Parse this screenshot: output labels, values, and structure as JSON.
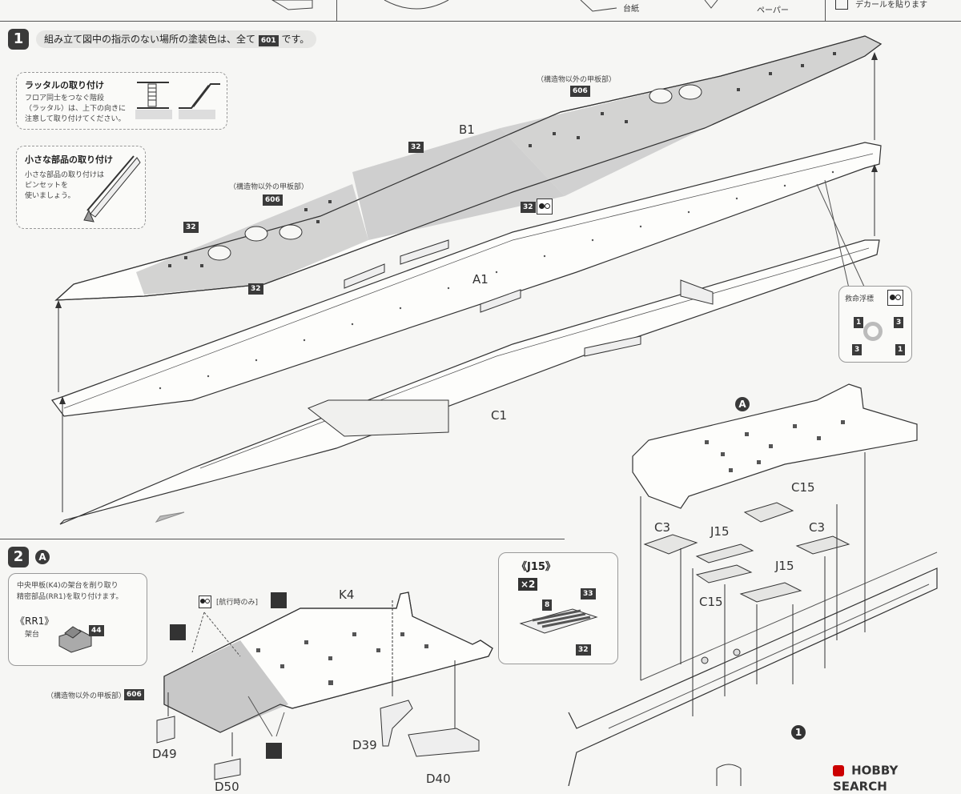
{
  "top_strip": {
    "label_daishi": "台紙",
    "label_paper": "ペーパー",
    "label_decal": "デカールを貼ります"
  },
  "step1": {
    "number": "1",
    "instruction_pre": "組み立て図中の指示のない場所の塗装色は、全て",
    "instruction_color": "601",
    "instruction_post": "です。",
    "ladder_box": {
      "title": "ラッタルの取り付け",
      "body_line1": "フロア同士をつなぐ階段",
      "body_line2": "（ラッタル）は、上下の向きに",
      "body_line3": "注意して取り付けてください。"
    },
    "small_parts_box": {
      "title": "小さな部品の取り付け",
      "body_line1": "小さな部品の取り付けは",
      "body_line2": "ピンセットを",
      "body_line3": "使いましょう。"
    },
    "deck_note_top": "（構造物以外の甲板部）",
    "deck_note_top_color": "606",
    "deck_note_left": "（構造物以外の甲板部）",
    "deck_note_left_color": "606",
    "color_32_a": "32",
    "color_32_b": "32",
    "color_32_c": "32",
    "color_32_d": "32",
    "part_b1": "B1",
    "part_a1": "A1",
    "part_c1": "C1",
    "lifebuoy_box": {
      "title": "救命浮標",
      "n1a": "1",
      "n3a": "3",
      "n3b": "3",
      "n1b": "1"
    },
    "subassembly_marker": "A",
    "part_c15_top": "C15",
    "part_c3_left": "C3",
    "part_j15_a": "J15",
    "part_c3_right": "C3",
    "part_j15_b": "J15",
    "part_c15_mid": "C15",
    "ref_step": "1"
  },
  "step2": {
    "number": "2",
    "marker": "A",
    "note_line1": "中央甲板(K4)の架台を削り取り",
    "note_line2": "精密部品(RR1)を取り付けます。",
    "rr1_label": "《RR1》",
    "rr1_sub": "架台",
    "rr1_color": "44",
    "part_k4": "K4",
    "sailing_note": "[航行時のみ]",
    "deck_note": "（構造物以外の甲板部）",
    "deck_note_color": "606",
    "part_d49": "D49",
    "part_d39": "D39",
    "part_d40": "D40",
    "part_d50": "D50"
  },
  "j15_box": {
    "title": "《J15》",
    "multiplier": "×2",
    "color_8": "8",
    "color_33": "33",
    "color_32": "32"
  },
  "watermark": {
    "brand": "HOBBY SEARCH"
  }
}
